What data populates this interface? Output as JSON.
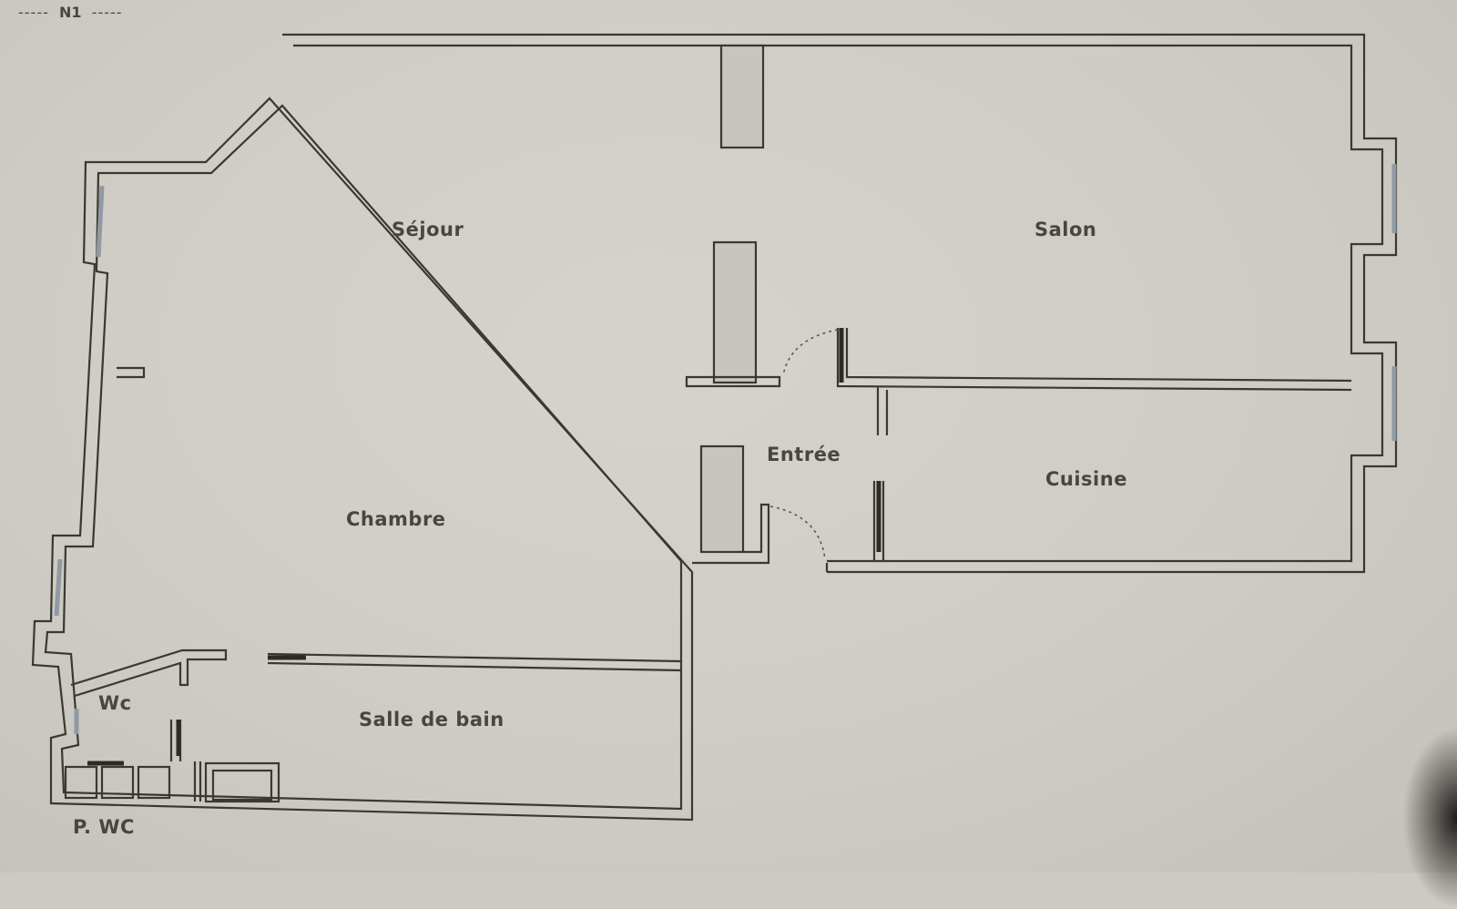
{
  "plan": {
    "level_tag": "N1",
    "rooms": [
      {
        "id": "sejour",
        "label": "Séjour"
      },
      {
        "id": "salon",
        "label": "Salon"
      },
      {
        "id": "entree",
        "label": "Entrée"
      },
      {
        "id": "cuisine",
        "label": "Cuisine"
      },
      {
        "id": "chambre",
        "label": "Chambre"
      },
      {
        "id": "wc",
        "label": "Wc"
      },
      {
        "id": "salle-de-bain",
        "label": "Salle de bain"
      },
      {
        "id": "p-wc",
        "label": "P. WC"
      }
    ]
  },
  "colors": {
    "paper": "#d3d0c9",
    "wall": "#3c3830",
    "window": "#8f9aa3",
    "text": "#4a463f"
  }
}
